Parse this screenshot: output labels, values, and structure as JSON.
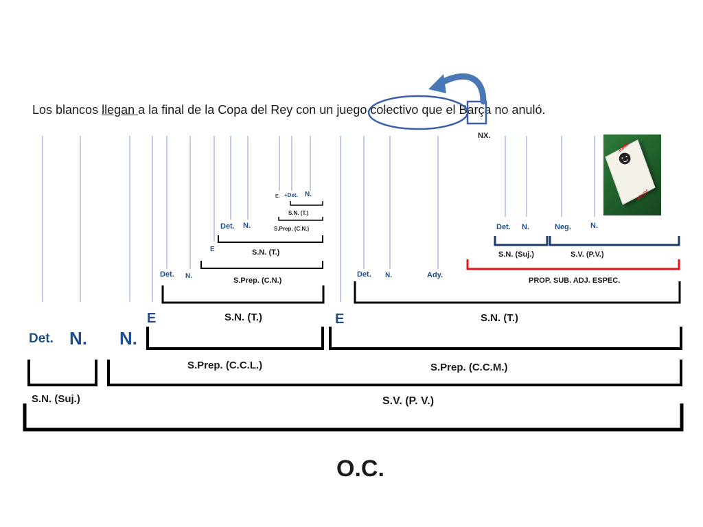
{
  "sentence": {
    "w1": "Los blancos ",
    "w2": "llegan ",
    "w3": "a la final de la Copa del Rey con un ",
    "w4": "juego colectivo",
    "w5": " ",
    "w6": "que",
    "w7": " el Barça no anuló."
  },
  "labels": {
    "nx": "NX.",
    "inner": {
      "e": "E.",
      "plus_det": "+Det.",
      "n": "N.",
      "sn_t": "S.N. (T.)",
      "sprep_cn": "S.Prep. (C.N.)"
    },
    "mid": {
      "det": "Det.",
      "n": "N.",
      "e": "E",
      "sn_t": "S.N. (T.)"
    },
    "low": {
      "det": "Det.",
      "n": "N.",
      "sprep_cn": "S.Prep. (C.N.)"
    },
    "right": {
      "det": "Det.",
      "n": "N.",
      "ady": "Ady.",
      "det2": "Det.",
      "n2": "N.",
      "neg": "Neg.",
      "n3": "N.",
      "sn_suj": "S.N. (Suj.)",
      "sv_pv": "S.V. (P.V.)",
      "prop": "PROP. SUB. ADJ. ESPEC."
    },
    "level1": {
      "e_left": "E",
      "sn_t_left": "S.N. (T.)",
      "e_right": "E",
      "sn_t_right": "S.N. (T.)"
    },
    "level2": {
      "det": "Det.",
      "n1": "N.",
      "n2": "N.",
      "sprep_ccl": "S.Prep. (C.C.L.)",
      "sprep_ccm": "S.Prep. (C.C.M.)"
    },
    "level3": {
      "sn_suj": "S.N. (Suj.)",
      "sv_pv": "S.V. (P. V.)"
    },
    "oc": "O.C."
  },
  "card": {
    "text_top": "JOKER",
    "text_bottom": "JOKER"
  },
  "colors": {
    "line": "#5b7bc9",
    "bracket": "#000000",
    "navy_bracket": "#1f3a6e",
    "red_bracket": "#e0161c",
    "blue_text": "#1f4e8c",
    "arrow": "#4a77b5"
  }
}
